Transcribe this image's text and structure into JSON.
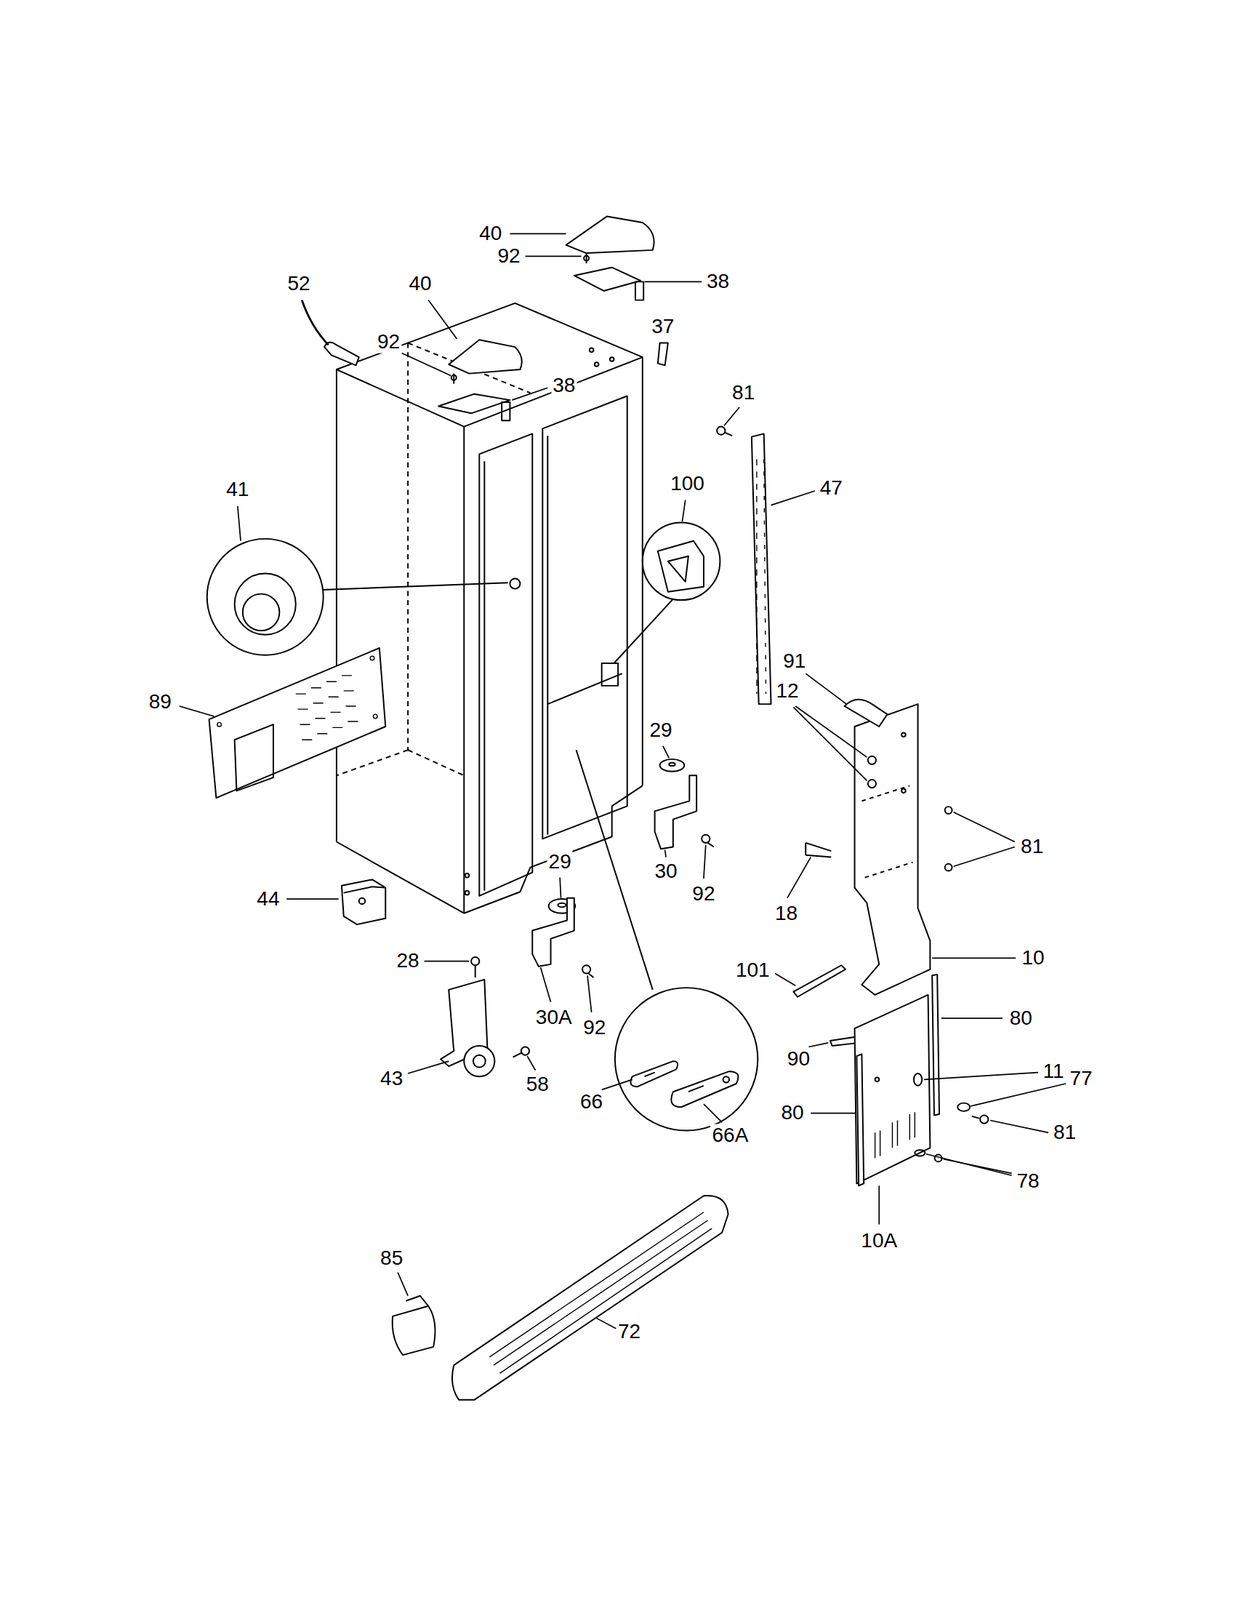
{
  "diagram": {
    "labels": [
      "40",
      "92",
      "38",
      "52",
      "40",
      "37",
      "92",
      "38",
      "81",
      "41",
      "100",
      "47",
      "91",
      "89",
      "12",
      "29",
      "81",
      "29",
      "30",
      "44",
      "92",
      "18",
      "10",
      "28",
      "101",
      "30A",
      "80",
      "92",
      "90",
      "11",
      "77",
      "43",
      "58",
      "66",
      "80",
      "81",
      "66A",
      "78",
      "10A",
      "85",
      "72"
    ]
  }
}
